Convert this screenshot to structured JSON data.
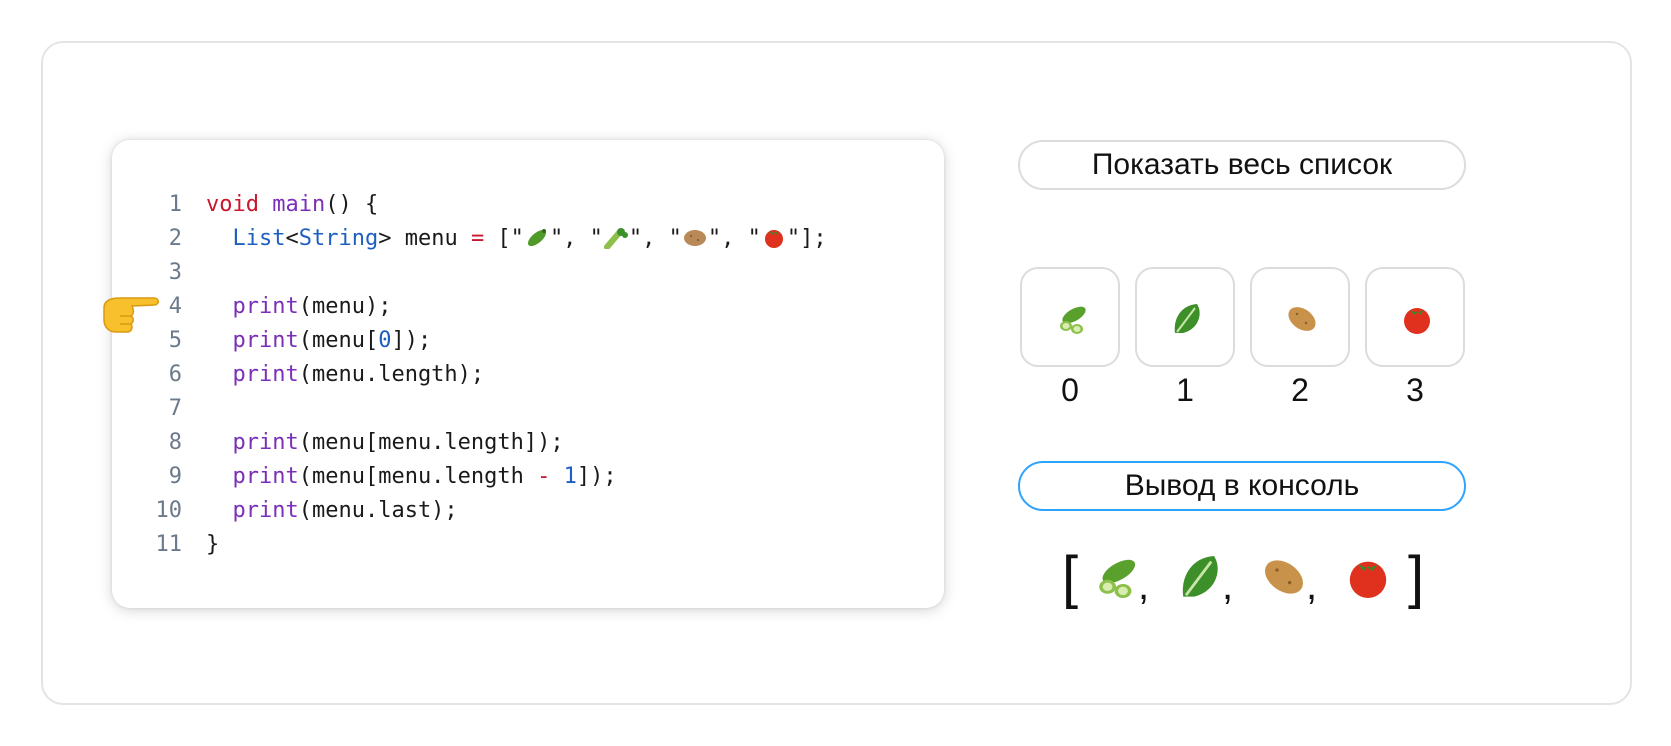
{
  "code": {
    "lines": [
      {
        "num": "1",
        "parts": [
          [
            "kw",
            "void"
          ],
          [
            "t",
            " "
          ],
          [
            "fn",
            "main"
          ],
          [
            "t",
            "() {"
          ]
        ]
      },
      {
        "num": "2",
        "parts": [
          [
            "t",
            "  "
          ],
          [
            "ty",
            "List"
          ],
          [
            "t",
            "<"
          ],
          [
            "ty",
            "String"
          ],
          [
            "t",
            "> menu "
          ],
          [
            "op",
            "="
          ],
          [
            "t",
            " [\""
          ],
          [
            "emo",
            "cucumber"
          ],
          [
            "t",
            "\", \""
          ],
          [
            "emo",
            "celery"
          ],
          [
            "t",
            "\", \""
          ],
          [
            "emo",
            "potato"
          ],
          [
            "t",
            "\", \""
          ],
          [
            "emo",
            "tomato"
          ],
          [
            "t",
            "\"];"
          ]
        ]
      },
      {
        "num": "3",
        "parts": []
      },
      {
        "num": "4",
        "parts": [
          [
            "t",
            "  "
          ],
          [
            "fn",
            "print"
          ],
          [
            "t",
            "(menu);"
          ]
        ]
      },
      {
        "num": "5",
        "parts": [
          [
            "t",
            "  "
          ],
          [
            "fn",
            "print"
          ],
          [
            "t",
            "(menu["
          ],
          [
            "num",
            "0"
          ],
          [
            "t",
            "]);"
          ]
        ]
      },
      {
        "num": "6",
        "parts": [
          [
            "t",
            "  "
          ],
          [
            "fn",
            "print"
          ],
          [
            "t",
            "(menu.length);"
          ]
        ]
      },
      {
        "num": "7",
        "parts": []
      },
      {
        "num": "8",
        "parts": [
          [
            "t",
            "  "
          ],
          [
            "fn",
            "print"
          ],
          [
            "t",
            "(menu[menu.length]);"
          ]
        ]
      },
      {
        "num": "9",
        "parts": [
          [
            "t",
            "  "
          ],
          [
            "fn",
            "print"
          ],
          [
            "t",
            "(menu[menu.length "
          ],
          [
            "op",
            "-"
          ],
          [
            "t",
            " "
          ],
          [
            "num",
            "1"
          ],
          [
            "t",
            "]);"
          ]
        ]
      },
      {
        "num": "10",
        "parts": [
          [
            "t",
            "  "
          ],
          [
            "fn",
            "print"
          ],
          [
            "t",
            "(menu.last);"
          ]
        ]
      },
      {
        "num": "11",
        "parts": [
          [
            "t",
            "}"
          ]
        ]
      }
    ],
    "current_line": 4
  },
  "controls": {
    "show_all_label": "Показать весь список",
    "console_label": "Вывод в консоль"
  },
  "list": {
    "items": [
      {
        "index": "0",
        "icon": "cucumber-icon"
      },
      {
        "index": "1",
        "icon": "lettuce-icon"
      },
      {
        "index": "2",
        "icon": "potato-icon"
      },
      {
        "index": "3",
        "icon": "tomato-icon"
      }
    ]
  },
  "console_output": {
    "open_bracket": "[",
    "close_bracket": "]",
    "separator": ",",
    "items": [
      "cucumber-icon",
      "lettuce-icon",
      "potato-icon",
      "tomato-icon"
    ]
  },
  "colors": {
    "keyword": "#c8172f",
    "function": "#7b2fb8",
    "type": "#1f5fbf",
    "line_number": "#6b7a8a",
    "console_button_border": "#2ea3ff"
  }
}
